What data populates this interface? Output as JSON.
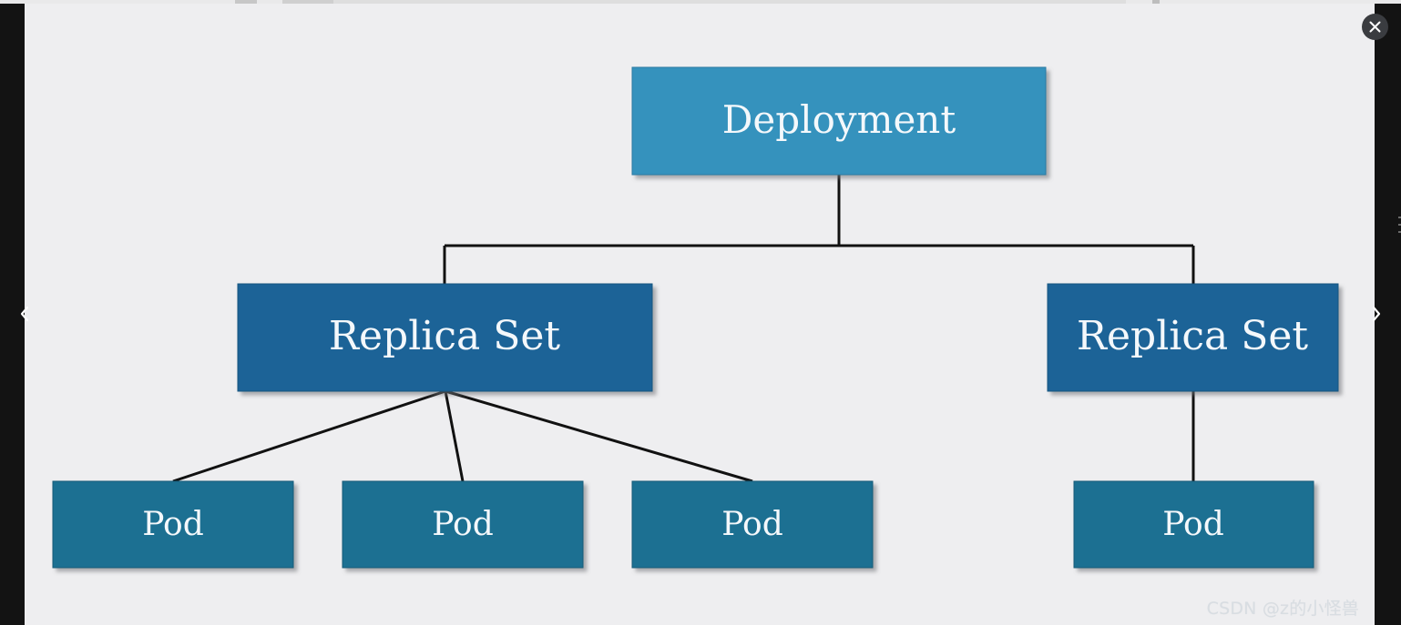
{
  "viewer": {
    "close_label": "close",
    "prev_label": "previous image",
    "next_label": "next image"
  },
  "diagram": {
    "root": "Deployment",
    "replica_sets": [
      "Replica Set",
      "Replica Set"
    ],
    "pods": [
      "Pod",
      "Pod",
      "Pod",
      "Pod"
    ]
  },
  "watermark": "CSDN @z的小怪兽",
  "colors": {
    "deployment_fill": "#3592bd",
    "replicaset_fill": "#1d6497",
    "pod_fill": "#1c6f92",
    "connector": "#111111",
    "canvas": "#eeeef0",
    "backdrop": "#131313"
  },
  "icons": {
    "close": "close-icon",
    "prev": "chevron-left-icon",
    "next": "chevron-right-icon"
  }
}
